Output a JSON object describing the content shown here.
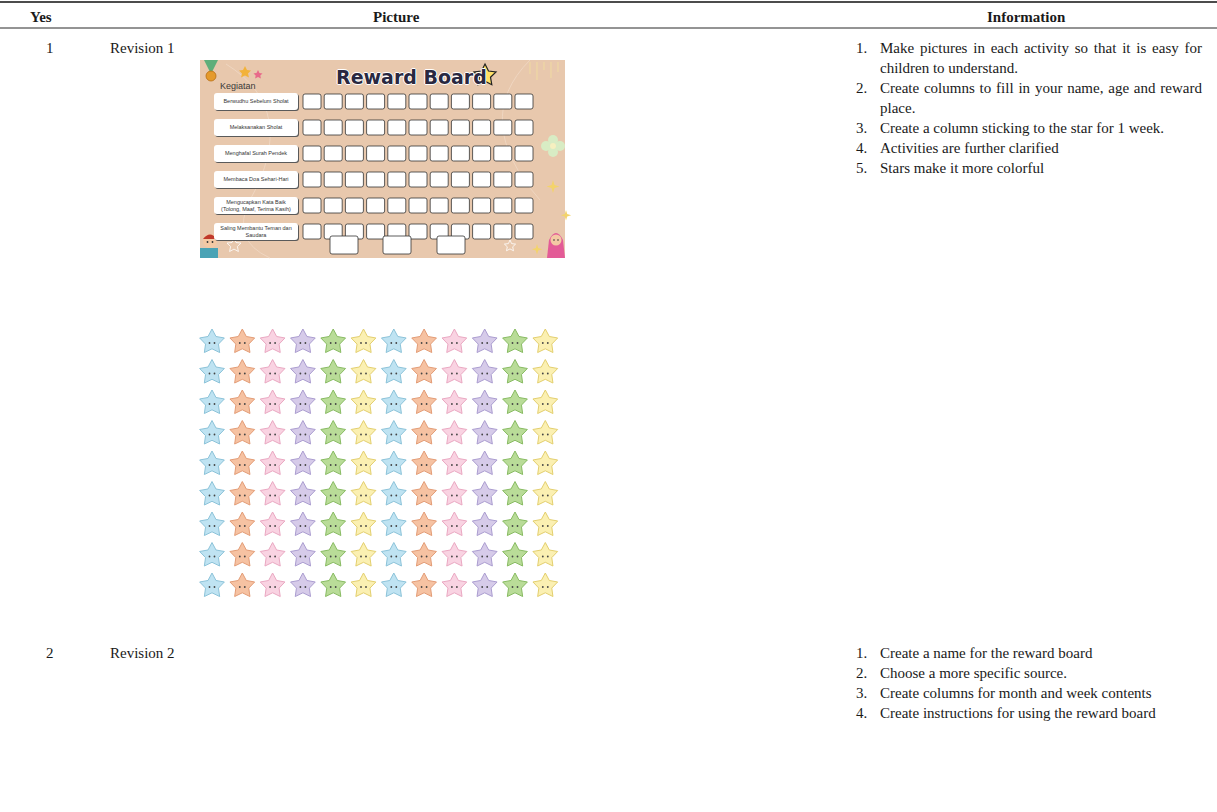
{
  "diagram": {
    "nodes": [
      {
        "text": [
          "Berwudhu Sebelum Sholat"
        ]
      },
      {
        "text": [
          "Melaksanakan Sholat"
        ]
      },
      {
        "text": [
          "Menghafal Surah Pendek"
        ]
      },
      {
        "text": [
          "Membaca Doa Sehari-Hari"
        ]
      },
      {
        "text": [
          "Mengucapkan Kata Baik (Tolong, Maaf, Terima Kasih)"
        ]
      },
      {
        "text": [
          "Saling Membantu Teman dan Saudara"
        ]
      }
    ],
    "labels": [
      "Yes",
      "Picture",
      "Information",
      "1",
      "Revision 1",
      "Reward Board",
      "Kegiatan",
      "1.",
      "Make pictures in each activity so that it is easy for children to understand.",
      "2.",
      "Create columns to fill in your name, age and reward place.",
      "3.",
      "Create a column sticking to the star for 1 week.",
      "4.",
      "Activities are further clarified",
      "5.",
      "Stars make it more colorful",
      "2",
      "Revision 2",
      "1.",
      "Create a name for the reward board",
      "2.",
      "Choose a more specific source.",
      "3.",
      "Create columns for month and week contents",
      "4.",
      "Create instructions for using the reward board"
    ]
  }
}
